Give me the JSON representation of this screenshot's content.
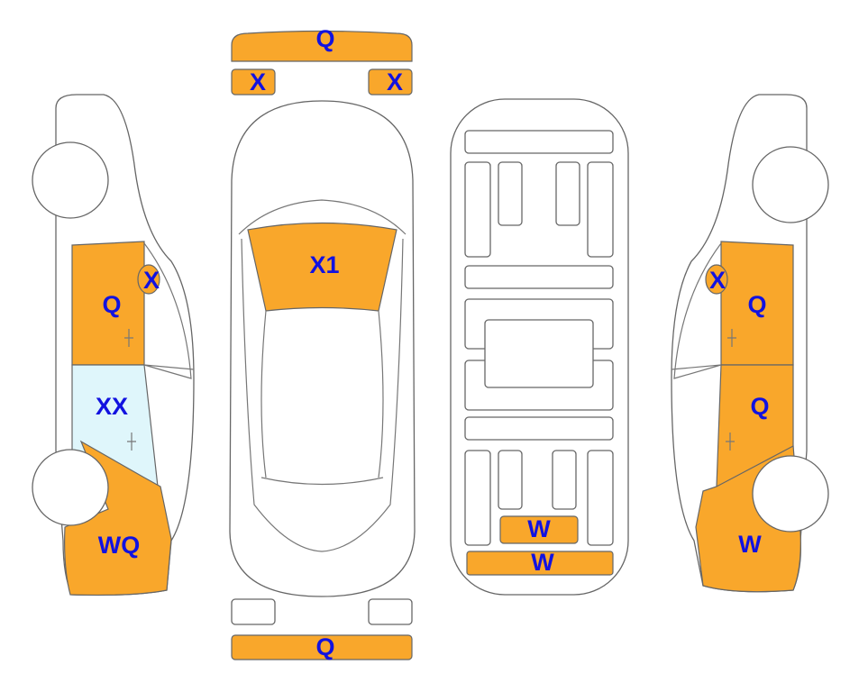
{
  "colors": {
    "damage": "#F9A72B",
    "glass": "#DFF6FB",
    "label": "#1212E0"
  },
  "left_side": {
    "front_door": "Q",
    "mirror": "X",
    "rear_door": "XX",
    "rear_quarter": "WQ"
  },
  "top_view": {
    "front_bumper": "Q",
    "headlight_left": "X",
    "headlight_right": "X",
    "windshield": "X1",
    "rear_bumper": "Q"
  },
  "underbody": {
    "rear_panel": "W",
    "rear_bumper_area": "W"
  },
  "right_side": {
    "mirror": "X",
    "front_door": "Q",
    "rear_door": "Q",
    "rear_quarter": "W"
  }
}
